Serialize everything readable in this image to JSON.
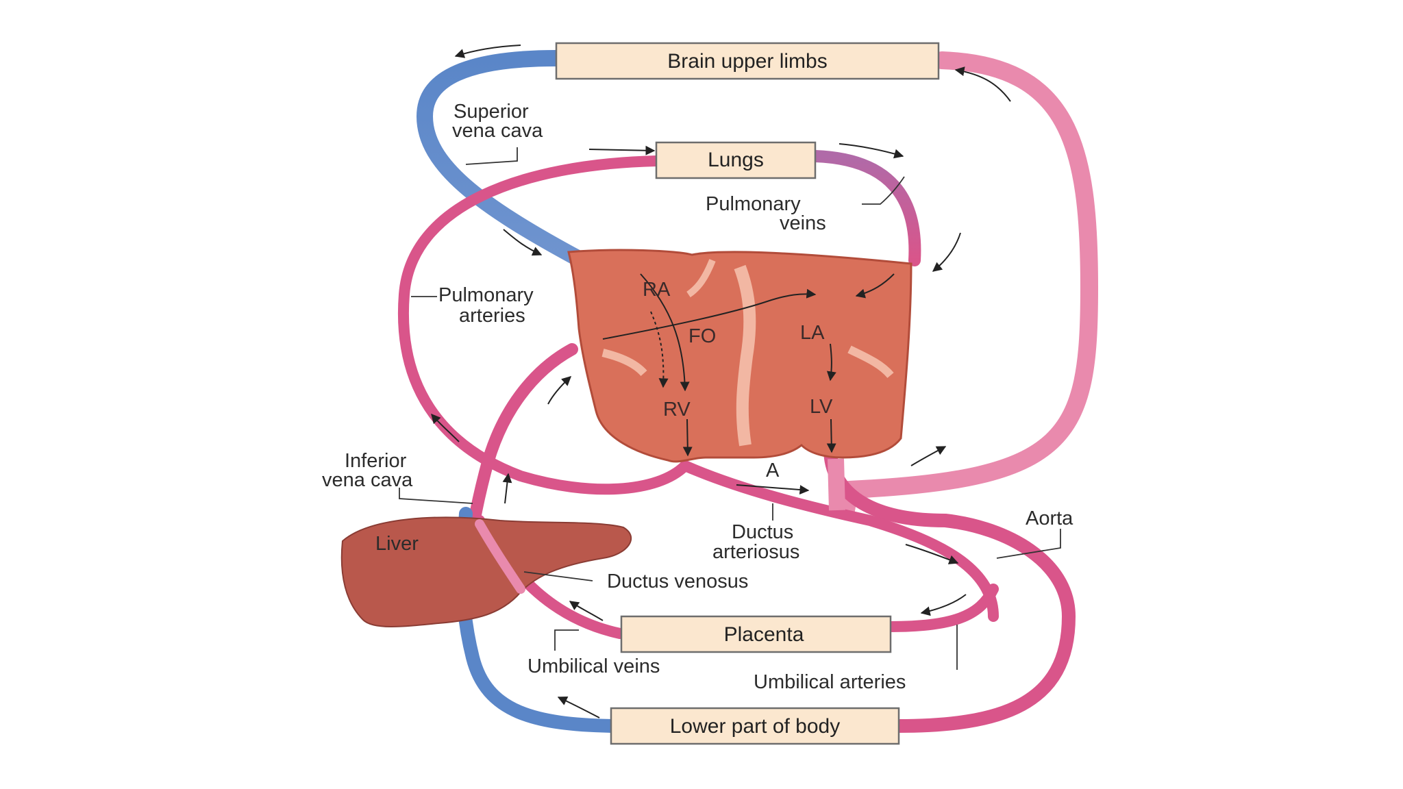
{
  "colors": {
    "artery": "#d9558a",
    "artery_light": "#e98aad",
    "vein": "#5a86c8",
    "mixed": "#b06aa8",
    "heart": "#d9705a",
    "heart_wall": "#f2b7a3",
    "liver": "#b9584c",
    "box_fill": "#fbe7cf",
    "box_stroke": "#6d6d6d"
  },
  "boxes": {
    "brain": "Brain upper limbs",
    "lungs": "Lungs",
    "placenta": "Placenta",
    "lower_body": "Lower part of body"
  },
  "labels": {
    "svc_1": "Superior",
    "svc_2": "vena cava",
    "pulm_veins_1": "Pulmonary",
    "pulm_veins_2": "veins",
    "pulm_arteries_1": "Pulmonary",
    "pulm_arteries_2": "arteries",
    "ivc_1": "Inferior",
    "ivc_2": "vena cava",
    "liver": "Liver",
    "ductus_venosus": "Ductus venosus",
    "ductus_arteriosus_1": "Ductus",
    "ductus_arteriosus_2": "arteriosus",
    "aorta": "Aorta",
    "a": "A",
    "umbilical_veins": "Umbilical veins",
    "umbilical_arteries": "Umbilical arteries"
  },
  "chambers": {
    "ra": "RA",
    "fo": "FO",
    "la": "LA",
    "rv": "RV",
    "lv": "LV"
  }
}
